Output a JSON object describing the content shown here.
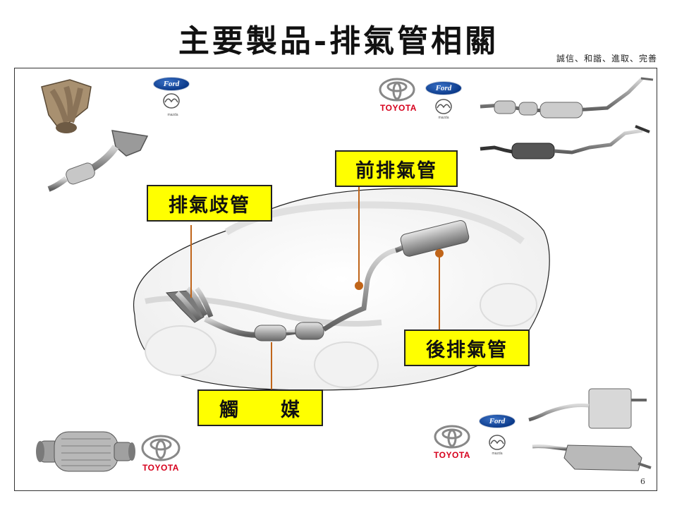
{
  "slide": {
    "title": "主要製品-排氣管相關",
    "motto": "誠信、和諧、進取、完善",
    "page_number": "6"
  },
  "labels": {
    "exhaust_manifold": "排氣歧管",
    "front_pipe": "前排氣管",
    "rear_pipe": "後排氣管",
    "catalyst": "觸　　媒"
  },
  "brands": {
    "toyota": "TOYOTA",
    "ford": "Ford",
    "mazda": "mazda"
  },
  "colors": {
    "label_fill": "#ffff00",
    "leader_line": "#c0651a",
    "toyota_red": "#d6001c",
    "ford_blue": "#0b3a8a"
  }
}
